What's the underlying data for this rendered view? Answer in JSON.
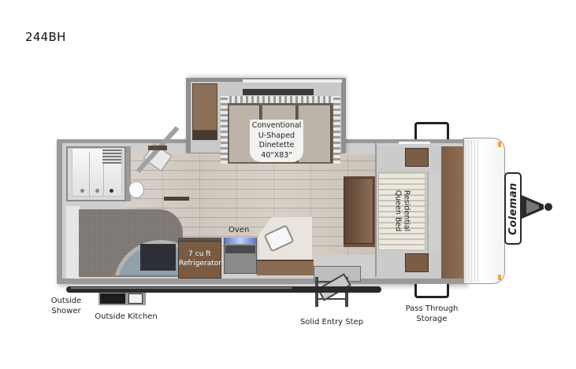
{
  "page": {
    "model_name": "244BH"
  },
  "floorplan": {
    "brand_logo": "Coleman",
    "rooms": {
      "dinette": {
        "line1": "Conventional",
        "line2": "U-Shaped",
        "line3": "Dinetette",
        "dimensions": "40\"X83\""
      },
      "refrigerator": {
        "line1": "7 cu ft",
        "line2": "Refrigerator"
      },
      "oven": "Oven",
      "bed": {
        "line1": "Residential",
        "line2": "Queen Bed"
      }
    },
    "callouts": {
      "outside_shower": [
        "Outside",
        "Shower"
      ],
      "outside_kitchen": "Outside Kitchen",
      "solid_entry_step": "Solid Entry Step",
      "pass_through_storage": [
        "Pass Through",
        "Storage"
      ]
    },
    "colors": {
      "wood": "#7a5b42",
      "floor": "#d4ccc3",
      "walls": "#9a9a9a",
      "marker_light": "#f2a33a"
    }
  }
}
